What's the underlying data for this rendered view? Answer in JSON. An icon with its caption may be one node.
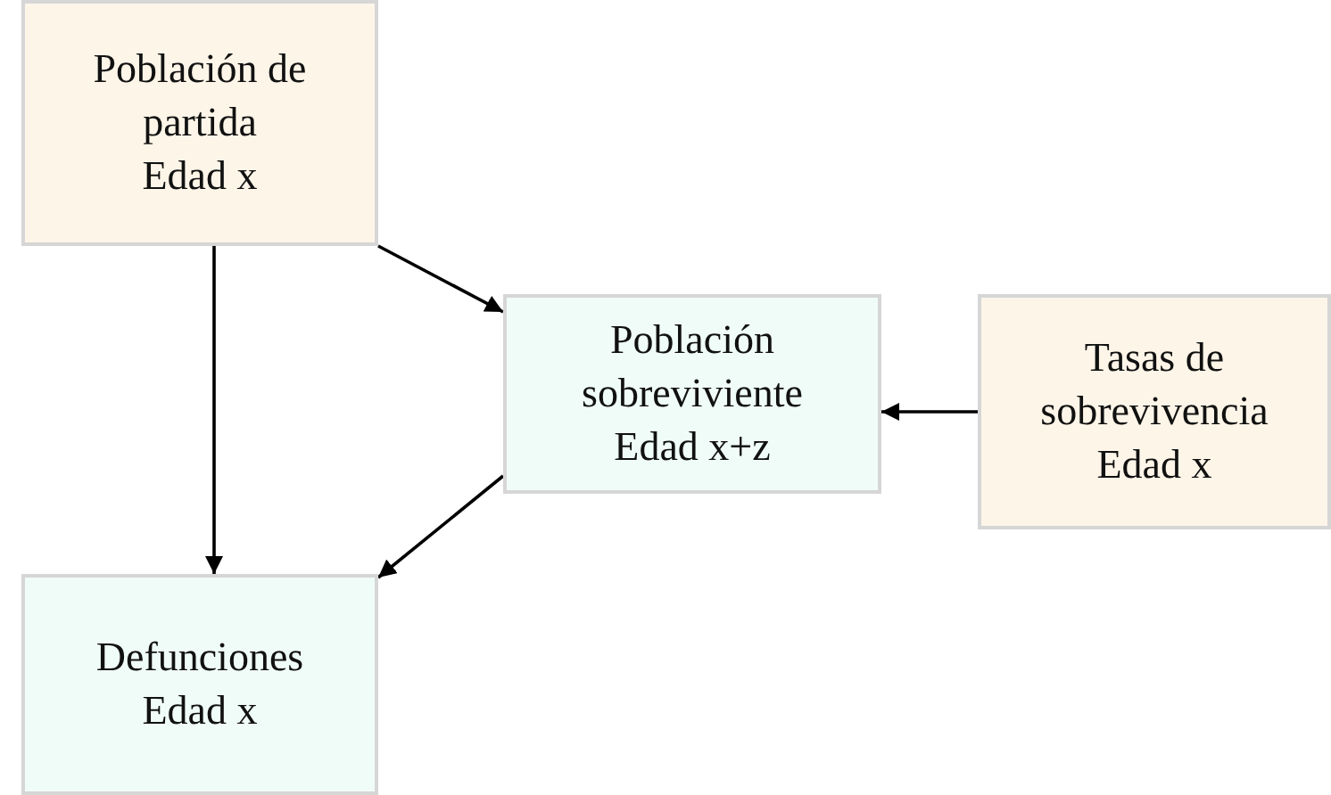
{
  "diagram": {
    "nodes": [
      {
        "text": [
          "Población de partida",
          "Edad x"
        ]
      },
      {
        "text": [
          "Población sobreviviente",
          "Edad x+z"
        ]
      },
      {
        "text": [
          "Tasas de sobrevivencia",
          "Edad x"
        ]
      },
      {
        "text": [
          "Defunciones",
          "Edad x"
        ]
      }
    ],
    "edges": [
      {
        "from": 0,
        "to": 3,
        "arrow": "to"
      },
      {
        "from": 0,
        "to": 1,
        "arrow": "to"
      },
      {
        "from": 2,
        "to": 1,
        "arrow": "to"
      },
      {
        "from": 1,
        "to": 3,
        "arrow": "to"
      }
    ]
  }
}
